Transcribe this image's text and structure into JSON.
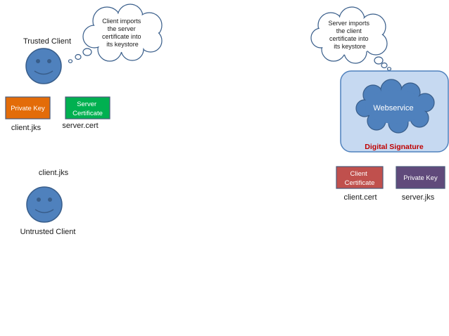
{
  "trusted_client": {
    "label": "Trusted Client",
    "thought": [
      "Client imports",
      "the server",
      "certificate into",
      "its keystore"
    ],
    "private_key_label": "Private Key",
    "server_cert_label": [
      "Server",
      "Certificate"
    ],
    "client_jks": "client.jks",
    "server_cert_file": "server.cert"
  },
  "untrusted_client": {
    "label": "Untrusted Client",
    "file_label": "client.jks"
  },
  "server": {
    "thought": [
      "Server imports",
      "the client",
      "certificate into",
      "its keystore"
    ],
    "webservice_label": "Webservice",
    "digital_signature_label": "Digital Signature",
    "client_cert_label": [
      "Client",
      "Certificate"
    ],
    "private_key_label": "Private Key",
    "client_cert_file": "client.cert",
    "server_jks": "server.jks"
  },
  "colors": {
    "face": "#4f81bd",
    "face_stroke": "#385d8a",
    "private_key_orange": "#e36c09",
    "server_cert_green": "#00b050",
    "client_cert_red": "#c0504d",
    "private_key_purple": "#604a7b",
    "panel_fill": "#c6d9f1",
    "panel_stroke": "#4f81bd",
    "cloud_fill": "#4f81bd",
    "signature_red": "#c00000"
  }
}
